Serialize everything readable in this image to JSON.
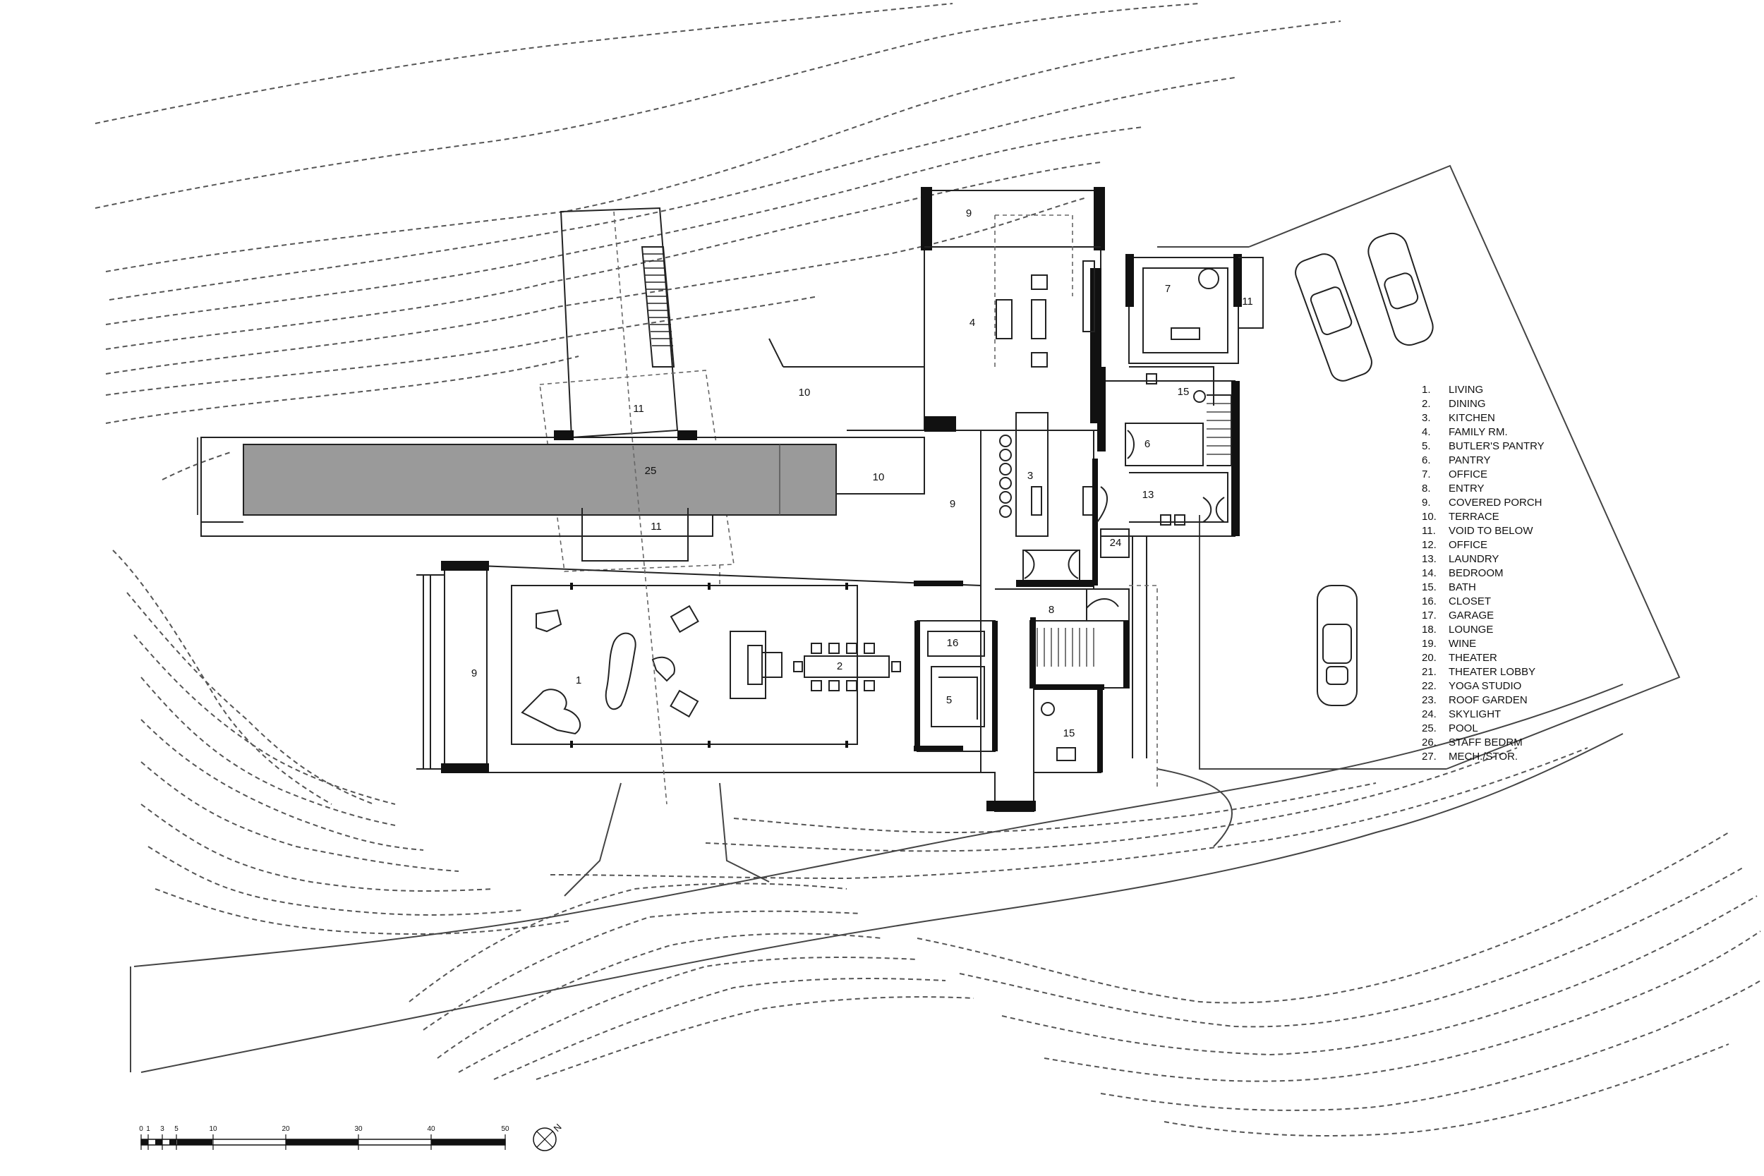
{
  "legend": [
    {
      "num": "1.",
      "label": "LIVING"
    },
    {
      "num": "2.",
      "label": "DINING"
    },
    {
      "num": "3.",
      "label": "KITCHEN"
    },
    {
      "num": "4.",
      "label": "FAMILY RM."
    },
    {
      "num": "5.",
      "label": "BUTLER'S PANTRY"
    },
    {
      "num": "6.",
      "label": "PANTRY"
    },
    {
      "num": "7.",
      "label": "OFFICE"
    },
    {
      "num": "8.",
      "label": "ENTRY"
    },
    {
      "num": "9.",
      "label": "COVERED PORCH"
    },
    {
      "num": "10.",
      "label": "TERRACE"
    },
    {
      "num": "11.",
      "label": "VOID TO BELOW"
    },
    {
      "num": "12.",
      "label": "OFFICE"
    },
    {
      "num": "13.",
      "label": "LAUNDRY"
    },
    {
      "num": "14.",
      "label": "BEDROOM"
    },
    {
      "num": "15.",
      "label": "BATH"
    },
    {
      "num": "16.",
      "label": "CLOSET"
    },
    {
      "num": "17.",
      "label": "GARAGE"
    },
    {
      "num": "18.",
      "label": "LOUNGE"
    },
    {
      "num": "19.",
      "label": "WINE"
    },
    {
      "num": "20.",
      "label": "THEATER"
    },
    {
      "num": "21.",
      "label": "THEATER LOBBY"
    },
    {
      "num": "22.",
      "label": "YOGA STUDIO"
    },
    {
      "num": "23.",
      "label": "ROOF GARDEN"
    },
    {
      "num": "24.",
      "label": "SKYLIGHT"
    },
    {
      "num": "25.",
      "label": "POOL"
    },
    {
      "num": "26.",
      "label": "STAFF BEDRM"
    },
    {
      "num": "27.",
      "label": "MECH./STOR."
    }
  ],
  "room_labels": [
    "1",
    "2",
    "3",
    "4",
    "5",
    "6",
    "7",
    "8",
    "9",
    "9",
    "9",
    "10",
    "10",
    "11",
    "11",
    "11",
    "13",
    "15",
    "15",
    "16",
    "24",
    "25"
  ],
  "scale_bar": {
    "ticks": [
      "0",
      "1",
      "3",
      "5",
      "10",
      "20",
      "30",
      "40",
      "50"
    ]
  },
  "north_arrow": {
    "label": "N"
  },
  "colors": {
    "line": "#111111",
    "pool": "#9a9a9a",
    "contour": "#555555"
  }
}
